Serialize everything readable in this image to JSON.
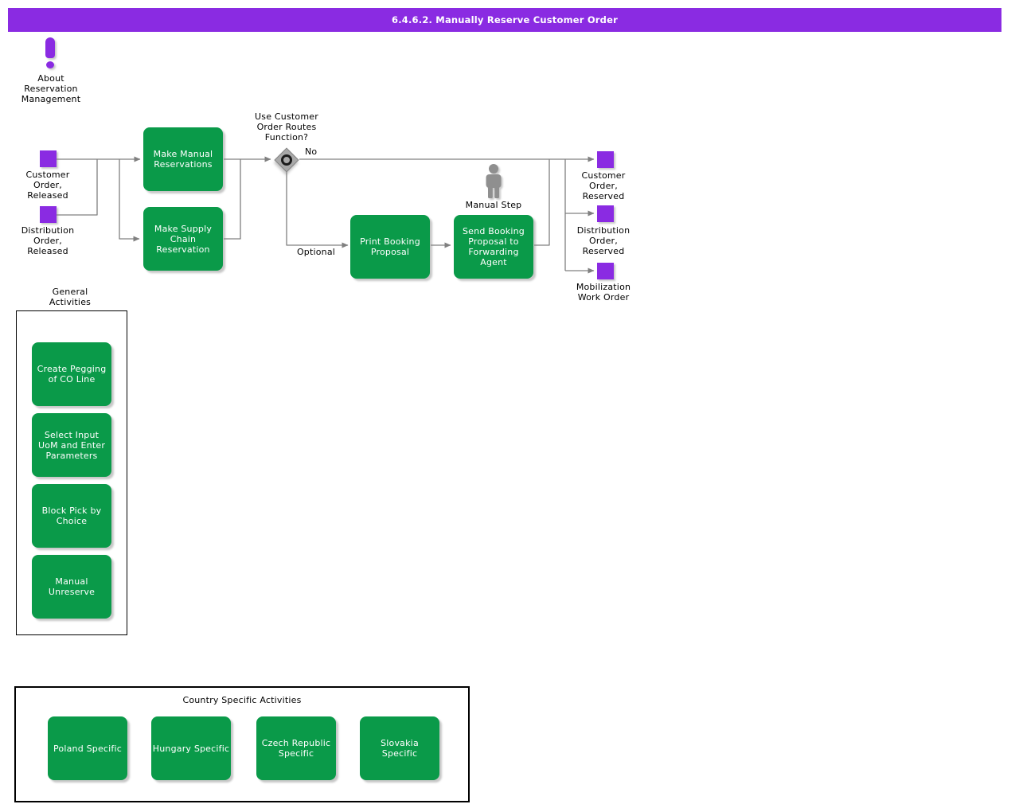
{
  "title_bar": {
    "text": "6.4.6.2. Manually Reserve Customer Order"
  },
  "colors": {
    "purple": "#8A2BE2",
    "green": "#0A9A49",
    "line": "#808080",
    "diamond": "#A9A9A9",
    "person": "#8F8F8F",
    "shadow": "rgba(130,130,130,0.45)"
  },
  "about": {
    "label": "About\nReservation\nManagement"
  },
  "flow": {
    "inputs": [
      {
        "label": "Customer\nOrder,\nReleased"
      },
      {
        "label": "Distribution\nOrder,\nReleased"
      }
    ],
    "activities": [
      {
        "label": "Make Manual\nReservations"
      },
      {
        "label": "Make Supply\nChain\nReservation"
      },
      {
        "label": "Print Booking\nProposal"
      },
      {
        "label": "Send Booking\nProposal to\nForwarding\nAgent"
      }
    ],
    "decision": {
      "label": "Use Customer\nOrder Routes\nFunction?",
      "branch_no": "No",
      "branch_optional": "Optional"
    },
    "manual_step": {
      "label": "Manual Step"
    },
    "outputs": [
      {
        "label": "Customer\nOrder,\nReserved"
      },
      {
        "label": "Distribution\nOrder,\nReserved"
      },
      {
        "label": "Mobilization\nWork Order"
      }
    ]
  },
  "general_activities": {
    "title": "General\nActivities",
    "items": [
      {
        "label": "Create Pegging\nof CO Line"
      },
      {
        "label": "Select Input\nUoM and Enter\nParameters"
      },
      {
        "label": "Block Pick by\nChoice"
      },
      {
        "label": "Manual\nUnreserve"
      }
    ]
  },
  "country_activities": {
    "title": "Country Specific Activities",
    "items": [
      {
        "label": "Poland Specific"
      },
      {
        "label": "Hungary Specific"
      },
      {
        "label": "Czech Republic\nSpecific"
      },
      {
        "label": "Slovakia\nSpecific"
      }
    ]
  }
}
